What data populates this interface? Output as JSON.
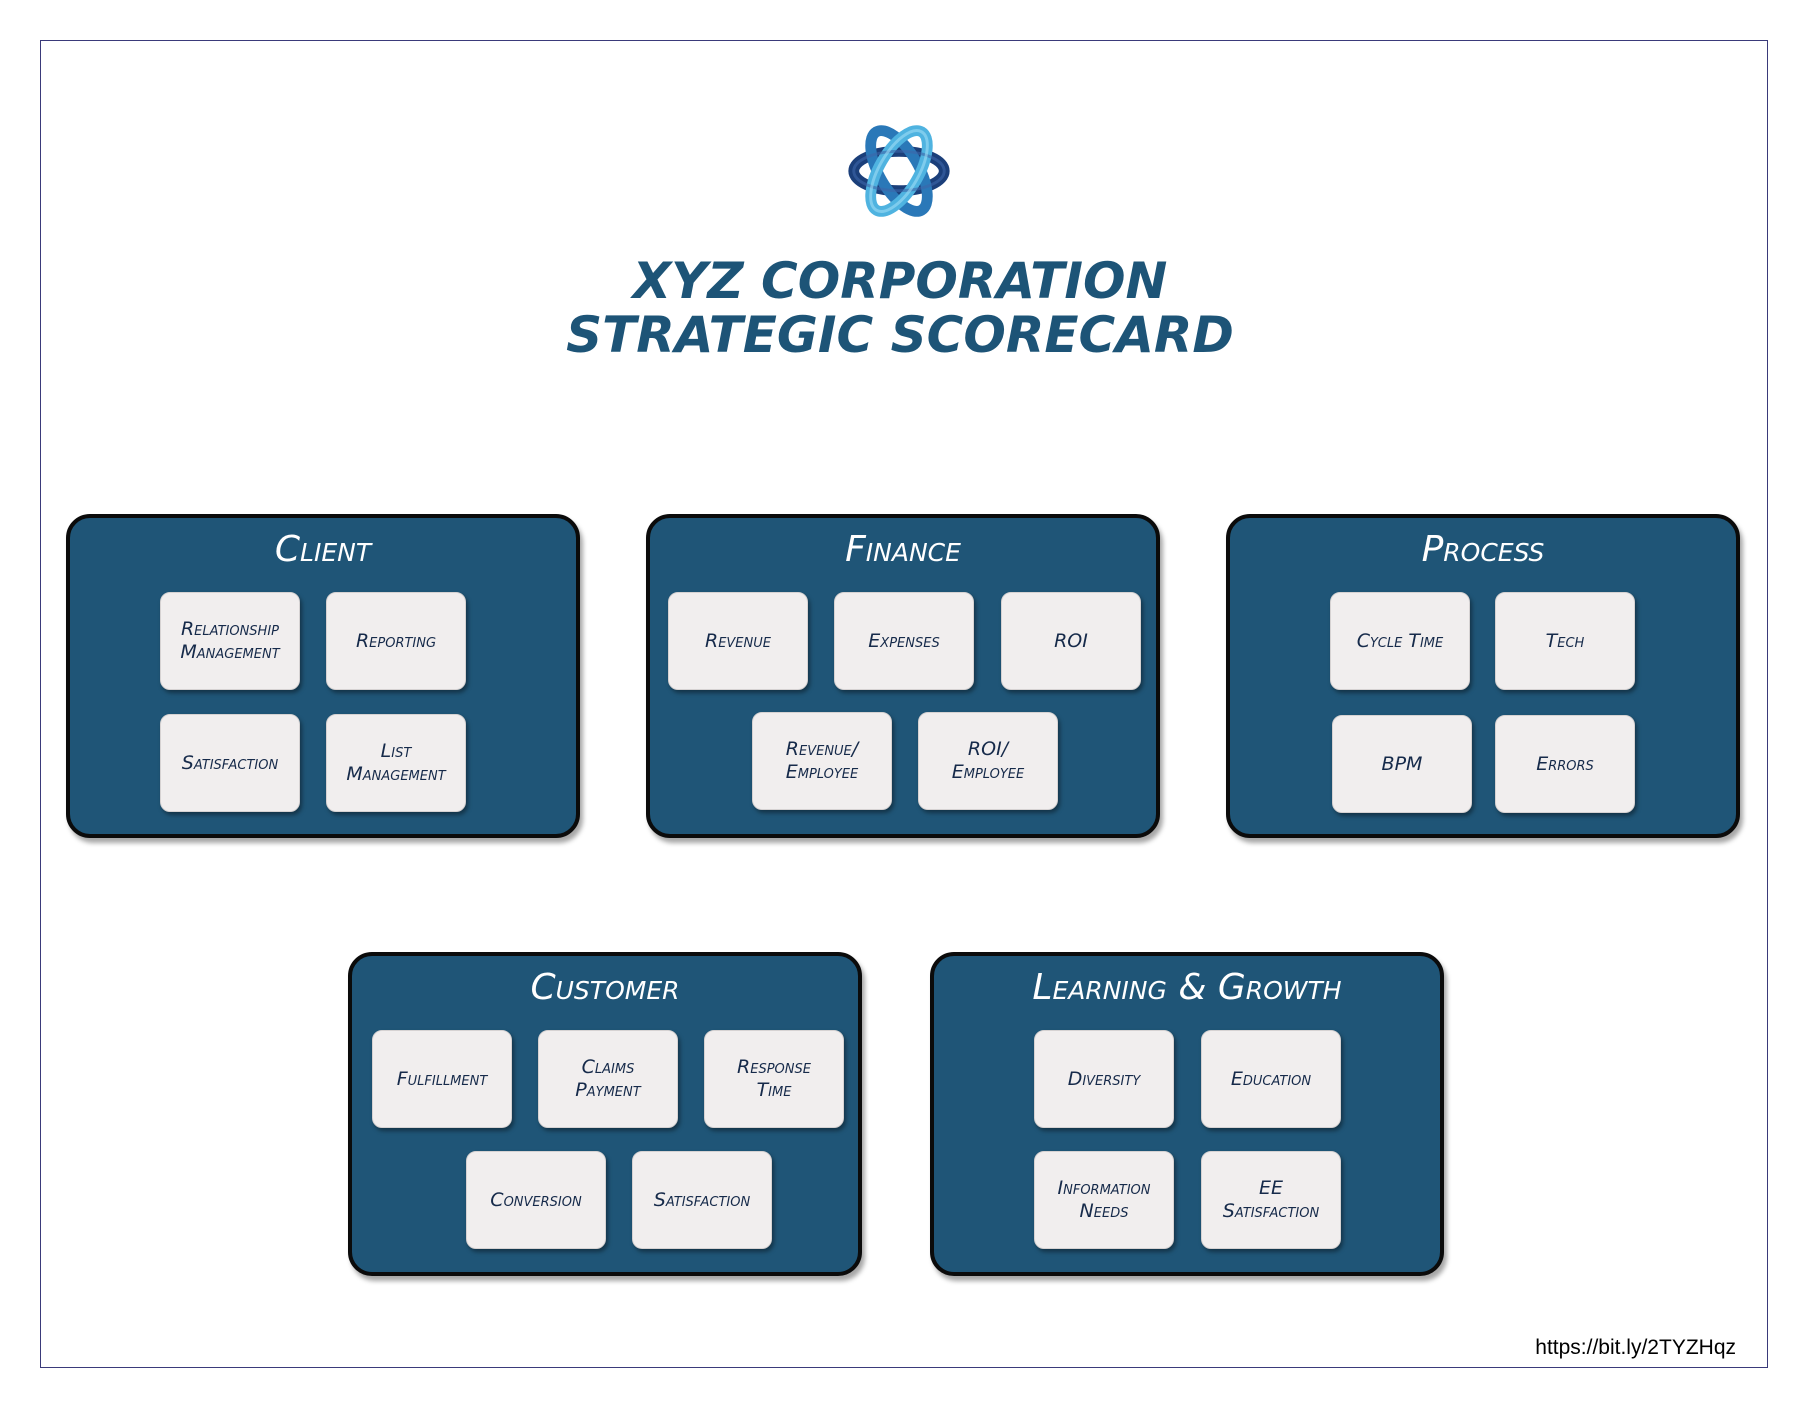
{
  "title": {
    "line1": "XYZ CORPORATION",
    "line2": "STRATEGIC SCORECARD"
  },
  "colors": {
    "panel": "#1f5577",
    "title": "#1d5477",
    "tile": "#f1eeee",
    "tile_text": "#162a4a"
  },
  "logo": {
    "icon": "knot-logo-icon"
  },
  "panels": [
    {
      "title": "Client",
      "tiles": [
        "Relationship\nManagement",
        "Reporting",
        "Satisfaction",
        "List\nManagement"
      ]
    },
    {
      "title": "Finance",
      "tiles": [
        "Revenue",
        "Expenses",
        "ROI",
        "Revenue/\nEmployee",
        "ROI/\nEmployee"
      ]
    },
    {
      "title": "Process",
      "tiles": [
        "Cycle Time",
        "Tech",
        "BPM",
        "Errors"
      ]
    },
    {
      "title": "Customer",
      "tiles": [
        "Fulfillment",
        "Claims\nPayment",
        "Response\nTime",
        "Conversion",
        "Satisfaction"
      ]
    },
    {
      "title": "Learning & Growth",
      "tiles": [
        "Diversity",
        "Education",
        "Information\nNeeds",
        "EE\nSatisfaction"
      ]
    }
  ],
  "footer": {
    "link": "https://bit.ly/2TYZHqz"
  }
}
